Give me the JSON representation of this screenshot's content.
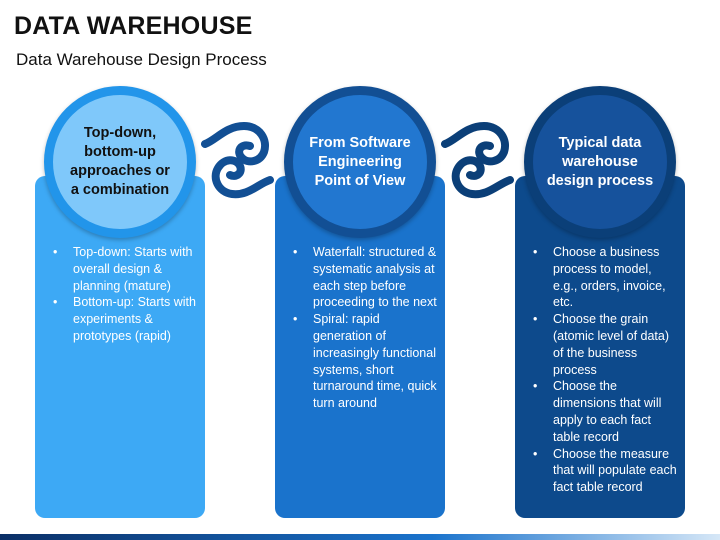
{
  "header": {
    "title": "DATA WAREHOUSE",
    "subtitle": "Data Warehouse Design Process"
  },
  "steps": [
    {
      "heading": "Top-down, bottom-up approaches or a combination",
      "bullets": [
        "Top-down: Starts with overall design & planning (mature)",
        "Bottom-up: Starts with experiments & prototypes (rapid)"
      ]
    },
    {
      "heading": "From Software Engineering Point of View",
      "bullets": [
        "Waterfall: structured & systematic analysis at each step before proceeding to the next",
        "Spiral: rapid generation of increasingly functional systems, short turnaround time, quick turn around"
      ]
    },
    {
      "heading": "Typical data warehouse design process",
      "bullets": [
        "Choose a business process to model, e.g., orders, invoice, etc.",
        "Choose the grain (atomic level of data) of the business process",
        "Choose the dimensions that will apply to each fact table record",
        "Choose the measure that will populate each fact table record"
      ]
    }
  ],
  "colors": {
    "card_1": "#3da9f5",
    "card_2": "#1a73cc",
    "card_3": "#0d4a8c",
    "connector": "#124f94"
  }
}
